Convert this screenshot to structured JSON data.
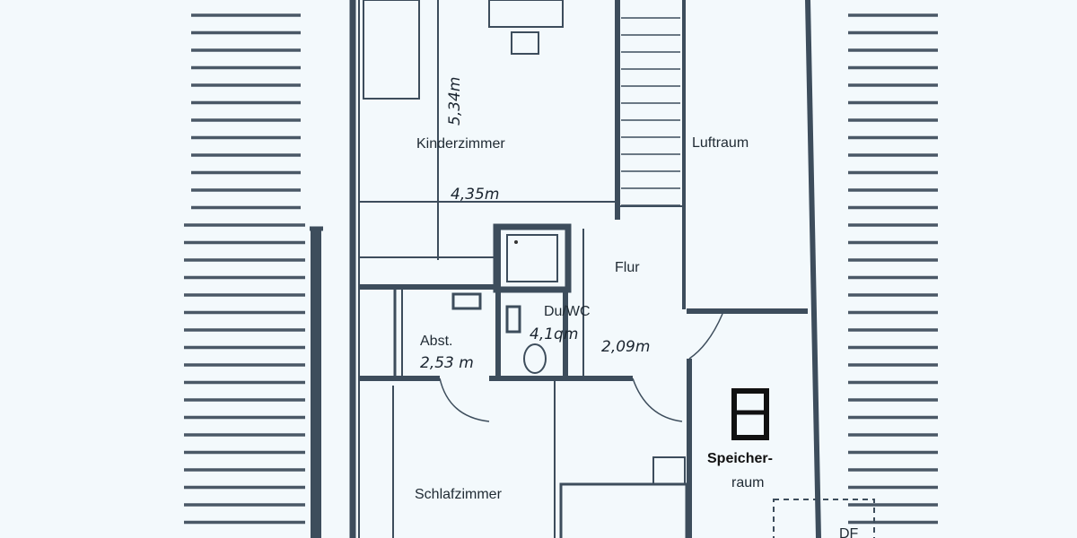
{
  "rooms": {
    "kinderzimmer": "Kinderzimmer",
    "luftraum": "Luftraum",
    "flur": "Flur",
    "du_wc": "Du/WC",
    "abst": "Abst.",
    "schlafzimmer": "Schlafzimmer",
    "speicherraum_1": "Speicher-",
    "speicherraum_2": "raum",
    "df": "DF"
  },
  "handwritten_dimensions": {
    "kinderzimmer_length": "5,34m",
    "kinderzimmer_width": "4,35m",
    "abst_width": "2,53 m",
    "flur_width": "2,09m",
    "du_wc_area": "4,1qm"
  },
  "colors": {
    "background": "#f3f9fc",
    "wall": "#3d4d5c",
    "ink": "#1f2a33"
  }
}
